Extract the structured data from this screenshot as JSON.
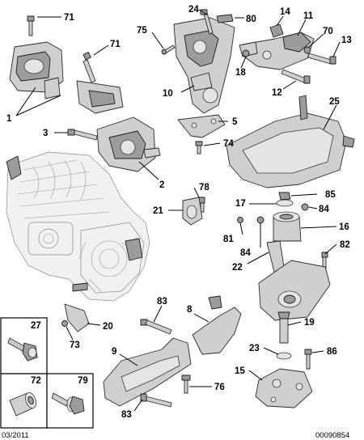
{
  "callouts": {
    "c71a": "71",
    "c71b": "71",
    "c1": "1",
    "c3": "3",
    "c2": "2",
    "c24": "24",
    "c80": "80",
    "c75": "75",
    "c10": "10",
    "c14": "14",
    "c11": "11",
    "c70": "70",
    "c13": "13",
    "c18": "18",
    "c12": "12",
    "c5": "5",
    "c74": "74",
    "c25": "25",
    "c78": "78",
    "c21": "21",
    "c17": "17",
    "c85": "85",
    "c84a": "84",
    "c16": "16",
    "c81": "81",
    "c84b": "84",
    "c82": "82",
    "c22": "22",
    "c83a": "83",
    "c8": "8",
    "c20": "20",
    "c73": "73",
    "c9": "9",
    "c19": "19",
    "c23": "23",
    "c86": "86",
    "c15": "15",
    "c76": "76",
    "c83b": "83"
  },
  "legend": {
    "b27": "27",
    "b72": "72",
    "b79": "79"
  },
  "footer": {
    "date": "03/2011",
    "ref": "00090854"
  }
}
